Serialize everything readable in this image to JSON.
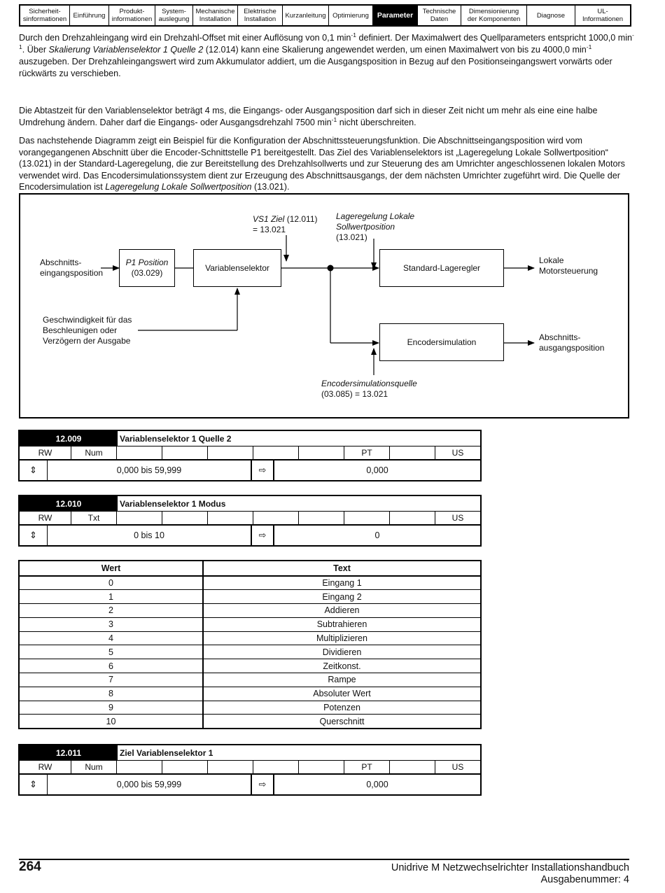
{
  "nav": {
    "tabs": [
      {
        "label": "Sicherheit-\nsinformationen",
        "active": false
      },
      {
        "label": "Einführung",
        "active": false
      },
      {
        "label": "Produkt-\ninformationen",
        "active": false
      },
      {
        "label": "System-\nauslegung",
        "active": false
      },
      {
        "label": "Mechanische\nInstallation",
        "active": false
      },
      {
        "label": "Elektrische\nInstallation",
        "active": false
      },
      {
        "label": "Kurzanleitung",
        "active": false
      },
      {
        "label": "Optimierung",
        "active": false
      },
      {
        "label": "Parameter",
        "active": true
      },
      {
        "label": "Technische\nDaten",
        "active": false
      },
      {
        "label": "Dimensionierung\nder Komponenten",
        "active": false
      },
      {
        "label": "Diagnose",
        "active": false
      },
      {
        "label": "UL-\nInformationen",
        "active": false
      }
    ]
  },
  "text": {
    "p1_a": "Durch den Drehzahleingang wird ein Drehzahl-Offset mit einer Auflösung von 0,1 min",
    "p1_b": " definiert. Der Maximalwert des Quellparameters entspricht 1000,0 min",
    "p1_c": ". Über ",
    "p1_italic": "Skalierung Variablenselektor 1 Quelle 2",
    "p1_d": " (12.014) kann eine Skalierung angewendet werden, um einen Maximalwert von bis zu 4000,0 min",
    "p1_e": " auszugeben. Der Drehzahleingangswert wird zum Akkumulator addiert, um die Ausgangsposition in Bezug auf den Positionseingangswert vorwärts oder rückwärts zu verschieben.",
    "exp": "-1",
    "p2_a": "Die Abtastzeit für den Variablenselektor beträgt 4 ms, die Eingangs- oder Ausgangsposition darf sich in dieser Zeit nicht um mehr als eine eine halbe Umdrehung ändern. Daher darf die Eingangs- oder Ausgangsdrehzahl 7500 min",
    "p2_b": " nicht überschreiten.",
    "p3_a": "Das nachstehende Diagramm zeigt ein Beispiel für die Konfiguration der Abschnittssteuerungsfunktion. Die Abschnittseingangsposition wird vom vorangegangenen Abschnitt über die Encoder-Schnittstelle P1 bereitgestellt. Das Ziel des Variablenselektors ist „Lageregelung Lokale Sollwertposition“ (13.021) in der Standard-Lageregelung, die zur Bereitstellung des Drehzahlsollwerts und zur Steuerung des am Umrichter angeschlossenen lokalen Motors verwendet wird. Das Encodersimulationssystem dient zur Erzeugung des Abschnittsausgangs, der dem nächsten Umrichter zugeführt wird. Die Quelle der Encodersimulation ist ",
    "p3_italic": "Lageregelung Lokale Sollwertposition",
    "p3_b": " (13.021)."
  },
  "diagram": {
    "input_label": "Abschnitts-\neingangsposition",
    "p1_box_italic": "P1 Position",
    "p1_box_param": "(03.029)",
    "varsel_box": "Variablenselektor",
    "speed_label": "Geschwindigkeit für das\nBeschleunigen oder\nVerzögern der Ausgabe",
    "vs1_italic": "VS1 Ziel",
    "vs1_rest": " (12.011)",
    "vs1_value": "= 13.021",
    "lage_italic": "Lageregelung Lokale\nSollwertposition",
    "lage_param": "(13.021)",
    "std_box": "Standard-Lageregler",
    "out1_label": "Lokale\nMotorsteuerung",
    "enc_box": "Encodersimulation",
    "out2_label": "Abschnitts-\nausgangsposition",
    "encsrc_italic": "Encodersimulationsquelle",
    "encsrc_value": "(03.085) = 13.021"
  },
  "param_tables": [
    {
      "number": "12.009",
      "name": "Variablenselektor 1 Quelle 2",
      "cells": [
        "RW",
        "Num",
        "",
        "",
        "",
        "",
        "",
        "PT",
        "",
        "US"
      ],
      "range": "0,000 bis 59,999",
      "default": "0,000"
    },
    {
      "number": "12.010",
      "name": "Variablenselektor 1 Modus",
      "cells": [
        "RW",
        "Txt",
        "",
        "",
        "",
        "",
        "",
        "",
        "",
        "US"
      ],
      "range": "0 bis 10",
      "default": "0"
    },
    {
      "number": "12.011",
      "name": "Ziel Variablenselektor 1",
      "cells": [
        "RW",
        "Num",
        "",
        "",
        "",
        "",
        "",
        "PT",
        "",
        "US"
      ],
      "range": "0,000 bis 59,999",
      "default": "0,000"
    }
  ],
  "value_table": {
    "headers": [
      "Wert",
      "Text"
    ],
    "rows": [
      [
        "0",
        "Eingang 1"
      ],
      [
        "1",
        "Eingang 2"
      ],
      [
        "2",
        "Addieren"
      ],
      [
        "3",
        "Subtrahieren"
      ],
      [
        "4",
        "Multiplizieren"
      ],
      [
        "5",
        "Dividieren"
      ],
      [
        "6",
        "Zeitkonst."
      ],
      [
        "7",
        "Rampe"
      ],
      [
        "8",
        "Absoluter Wert"
      ],
      [
        "9",
        "Potenzen"
      ],
      [
        "10",
        "Querschnitt"
      ]
    ]
  },
  "icons": {
    "range_icon": "⇕",
    "default_icon": "⇨"
  },
  "footer": {
    "page_number": "264",
    "title": "Unidrive M Netzwechselrichter Installationshandbuch",
    "edition": "Ausgabenummer: 4"
  }
}
